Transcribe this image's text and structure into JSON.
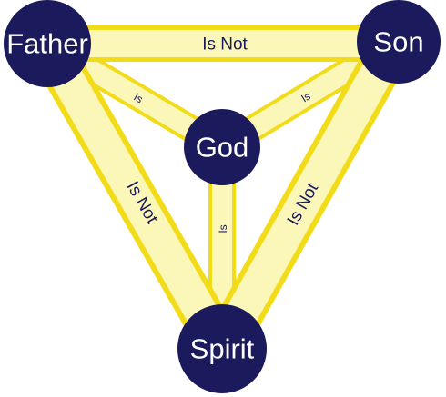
{
  "nodes": {
    "father": {
      "label": "Father"
    },
    "son": {
      "label": "Son"
    },
    "god": {
      "label": "God"
    },
    "spirit": {
      "label": "Spirit"
    }
  },
  "edges": {
    "father_son": {
      "label": "Is Not"
    },
    "father_spirit": {
      "label": "Is Not"
    },
    "son_spirit": {
      "label": "Is Not"
    },
    "father_god": {
      "label": "Is"
    },
    "son_god": {
      "label": "Is"
    },
    "spirit_god": {
      "label": "Is"
    }
  },
  "colors": {
    "node_fill": "#1b1a5c",
    "node_text": "#ffffff",
    "band_border": "#f2dc1a",
    "band_fill": "#fbf7b8",
    "edge_text": "#1b1a5c"
  }
}
